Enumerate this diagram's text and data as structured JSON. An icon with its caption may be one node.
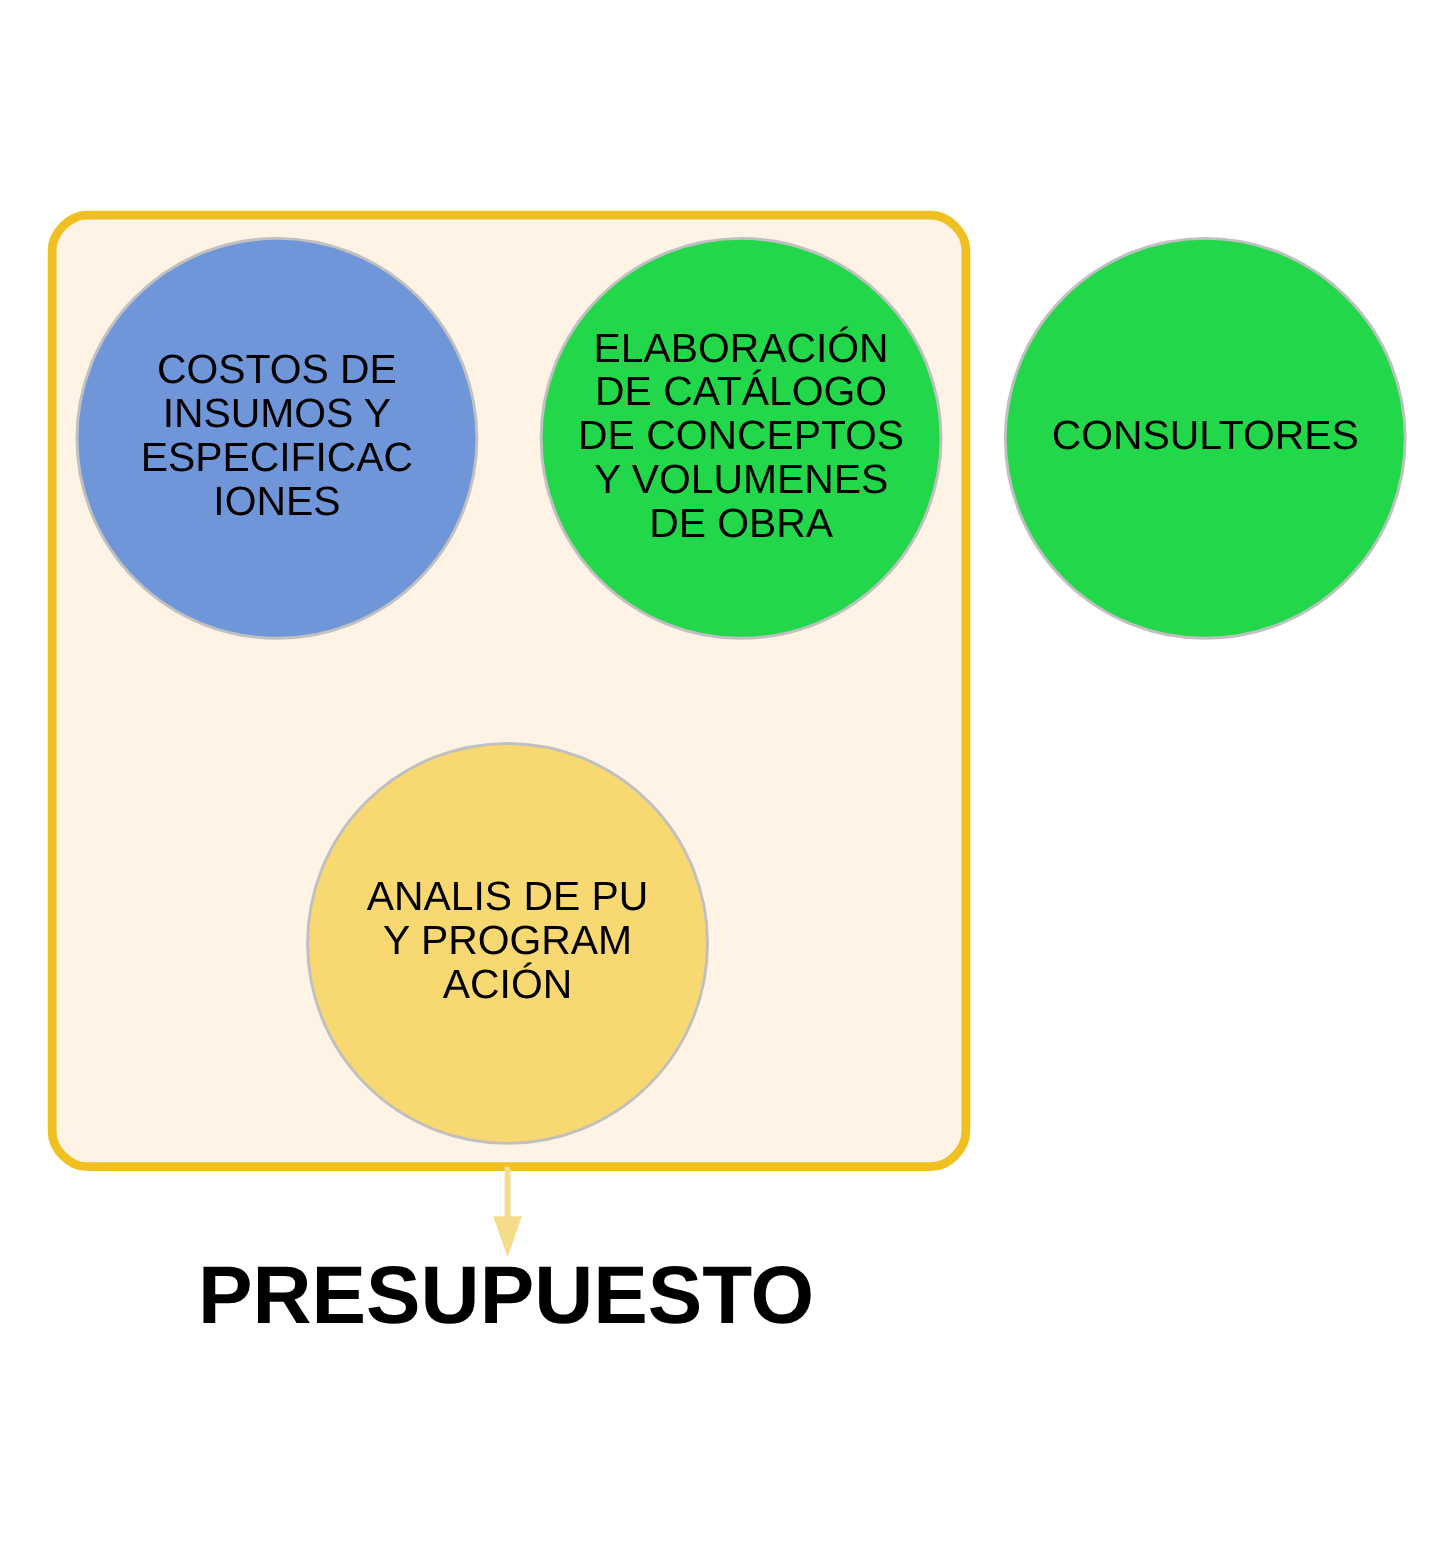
{
  "diagram": {
    "nodes": [
      {
        "text": [],
        "shape": "funnel"
      },
      {
        "text": [
          "ELABORACIÓN DE CATÁLOGO DE CONCEPTOS Y VOLUMENES DE OBRA"
        ],
        "in": 0
      },
      {
        "text": [
          "CONSULTORES"
        ]
      },
      {
        "text": [
          "COSTOS DE INSUMOS Y ESPECIFICAC IONES"
        ],
        "in": 0
      },
      {
        "text": [
          "ANALIS DE PU Y PROGRAM ACIÓN"
        ],
        "in": 0
      },
      {
        "text": [
          "PRESUPUESTO"
        ]
      }
    ],
    "edges": [
      {
        "from": 0,
        "to": 5,
        "arrow": "to",
        "color": "#f5dc8a"
      }
    ]
  }
}
